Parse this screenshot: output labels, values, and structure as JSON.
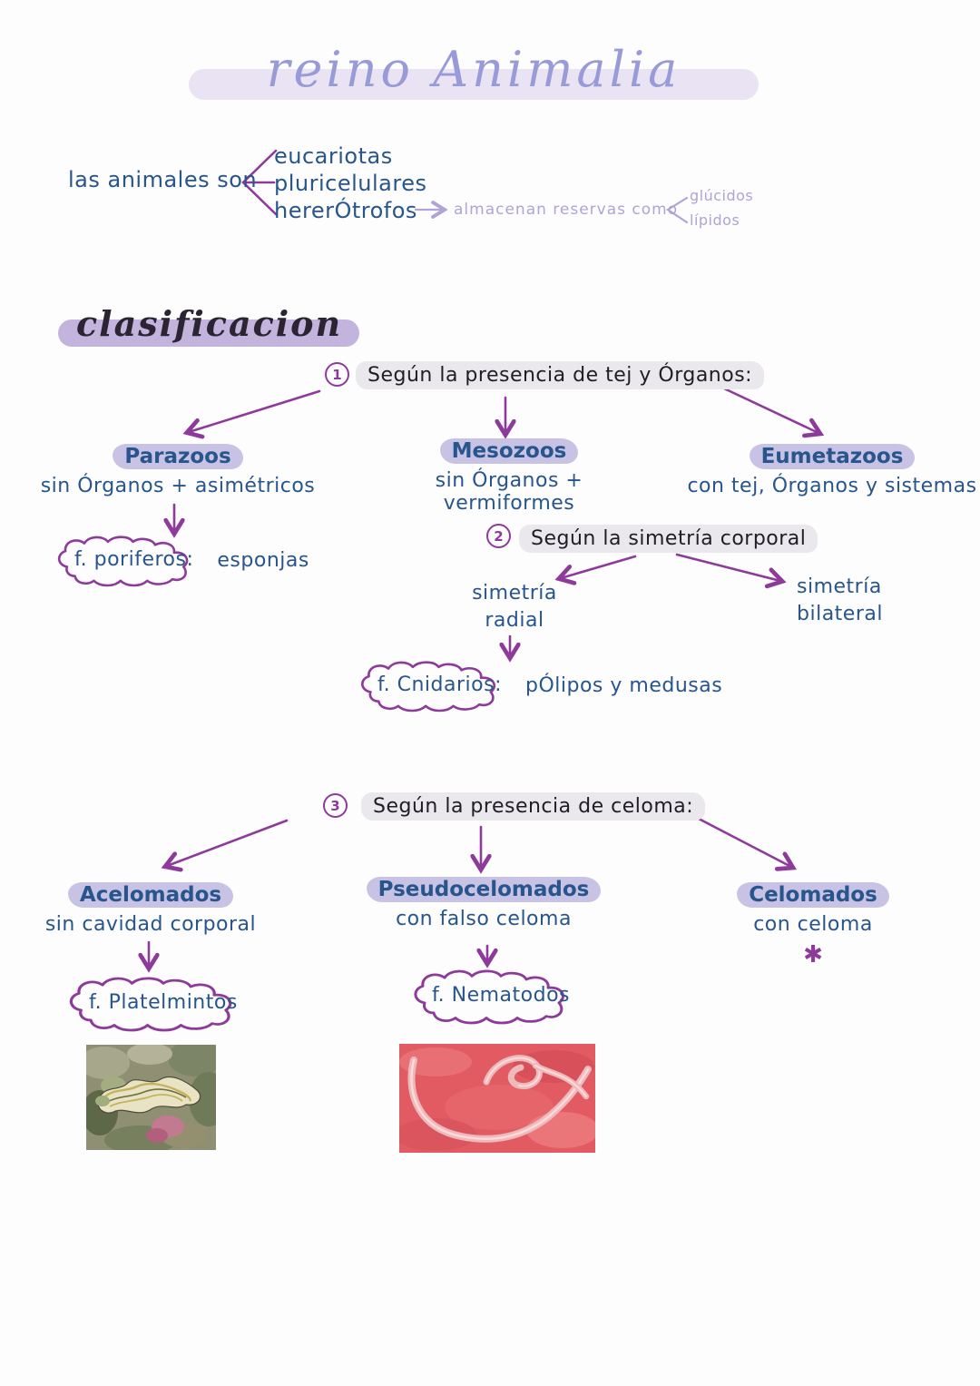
{
  "page": {
    "title": "reino Animalia"
  },
  "intro": {
    "subject": "las animales son",
    "traits": [
      "eucariotas",
      "pluricelulares",
      "hererÓtrofos"
    ],
    "note": "almacenan reservas como",
    "note_options": [
      "glúcidos",
      "lípidos"
    ]
  },
  "classification": {
    "heading": "clasificacion",
    "sections": [
      {
        "number": "1",
        "title": "Según la presencia de tej y Órganos:",
        "branches": [
          {
            "name": "Parazoos",
            "description": "sin Órganos + asimétricos",
            "phylum": "f. poriferos:",
            "examples": "esponjas"
          },
          {
            "name": "Mesozoos",
            "description": "sin Órganos + vermiformes"
          },
          {
            "name": "Eumetazoos",
            "description": "con tej, Órganos y sistemas"
          }
        ]
      },
      {
        "number": "2",
        "title": "Según la simetría corporal",
        "branches": [
          {
            "name": "simetría radial",
            "phylum": "f. Cnidarios:",
            "examples": "pÓlipos y medusas"
          },
          {
            "name": "simetría bilateral"
          }
        ]
      },
      {
        "number": "3",
        "title": "Según la presencia de celoma:",
        "branches": [
          {
            "name": "Acelomados",
            "description": "sin cavidad corporal",
            "phylum": "f. Platelmintos"
          },
          {
            "name": "Pseudocelomados",
            "description": "con falso celoma",
            "phylum": "f. Nematodos"
          },
          {
            "name": "Celomados",
            "description": "con celoma",
            "marker": "✱"
          }
        ]
      }
    ]
  },
  "figures": [
    {
      "name": "flatworm-photo"
    },
    {
      "name": "nematode-photo"
    }
  ],
  "colors": {
    "ink_blue": "#27558c",
    "ink_black": "#201d24",
    "accent_purple": "#8e3a9b",
    "script_lavender": "#b0a3d6",
    "title_periwinkle": "#999bd9",
    "highlight_lavender": "#c8c3e4",
    "bar_lavender": "#c2b4dd",
    "heading_highlight": "#eae8ec"
  }
}
